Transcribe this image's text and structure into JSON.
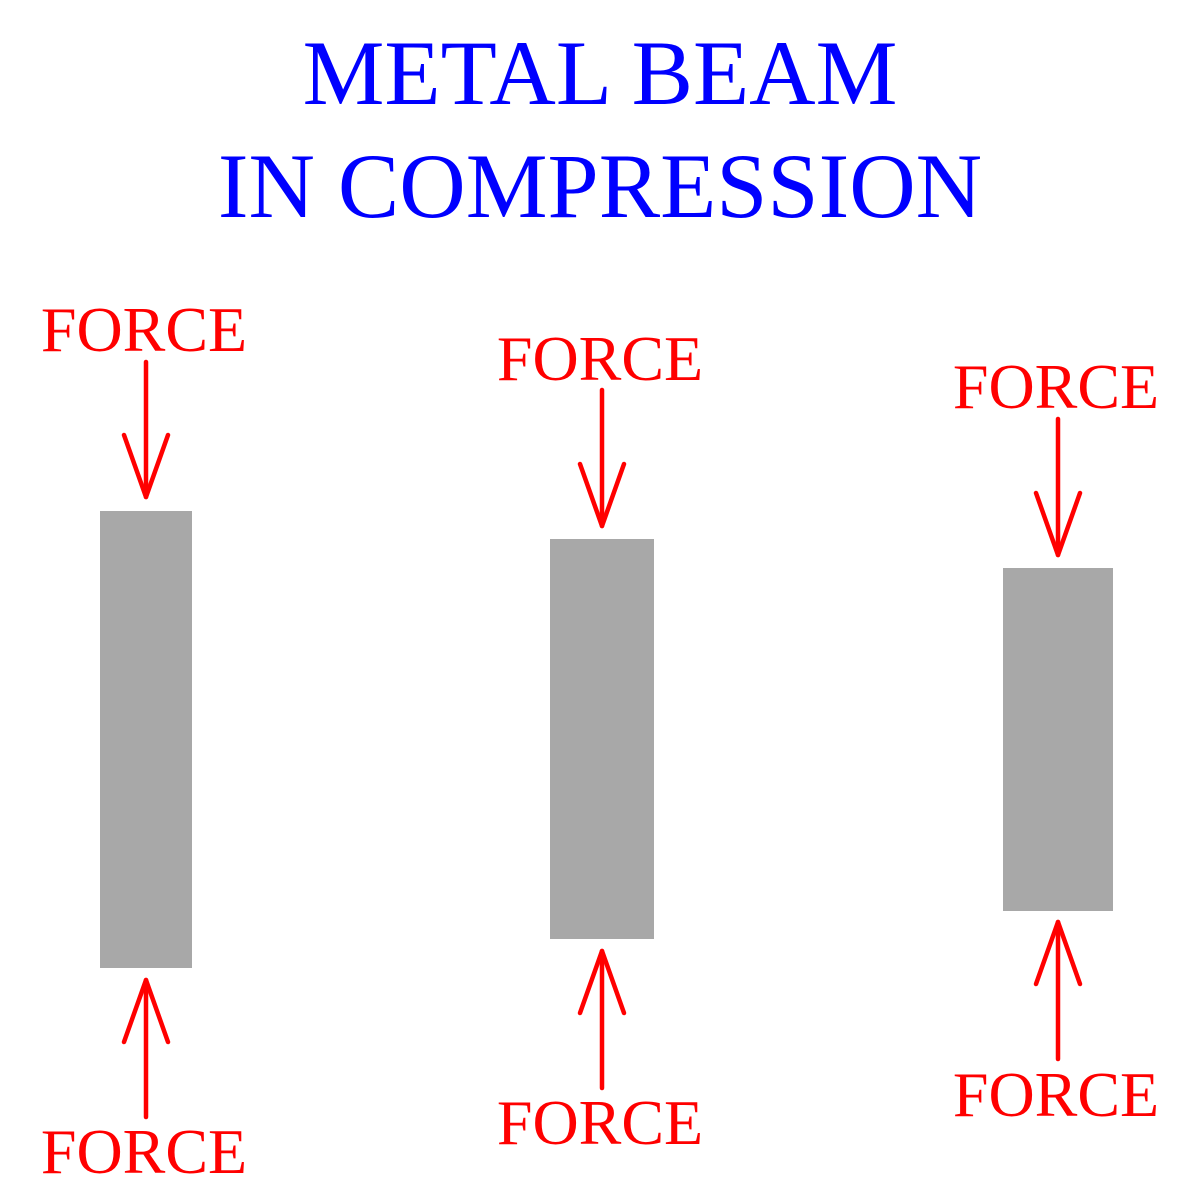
{
  "title": {
    "line1": "METAL BEAM",
    "line2": "IN COMPRESSION"
  },
  "force_labels": {
    "beam1_top": "FORCE",
    "beam1_bottom": "FORCE",
    "beam2_top": "FORCE",
    "beam2_bottom": "FORCE",
    "beam3_top": "FORCE",
    "beam3_bottom": "FORCE"
  },
  "colors": {
    "title": "#0000ff",
    "force": "#ff0000",
    "beam": "#a8a8a8",
    "background": "#ffffff"
  }
}
